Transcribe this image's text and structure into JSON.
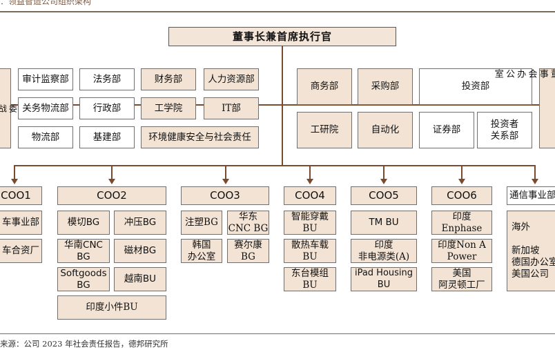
{
  "title": "：领益智造公司组织架构",
  "ceo": "董事长兼首席执行官",
  "left_edge": {
    "partial": "委\n战\n秘"
  },
  "left_depts": [
    "审计监察部",
    "法务部",
    "财务部",
    "人力资源部",
    "关务物流部",
    "行政部",
    "工学院",
    "IT部",
    "物流部",
    "基建部",
    "环境健康安全与社会责任"
  ],
  "right_depts": {
    "top": [
      "商务部",
      "采购部",
      "投资部"
    ],
    "bottom": [
      "工研院",
      "自动化",
      "证券部",
      "投资者\n关系部"
    ],
    "edge": "董\n事\n会\n办\n公\n室"
  },
  "coos": [
    {
      "name": "COO1",
      "units": [
        "车事业部",
        "车合资厂"
      ]
    },
    {
      "name": "COO2",
      "units": [
        "模切BG",
        "冲压BG",
        "华南CNC\nBG",
        "磁材BG",
        "Softgoods\nBG",
        "越南BU",
        "印度小件BU"
      ]
    },
    {
      "name": "COO3",
      "units": [
        "注塑BG",
        "华东\nCNC BG",
        "韩国\n办公室",
        "赛尔康\nBG"
      ]
    },
    {
      "name": "COO4",
      "units": [
        "智能穿戴\nBU",
        "散热车载\nBU",
        "东台模组\nBU"
      ]
    },
    {
      "name": "COO5",
      "units": [
        "TM BU",
        "印度\n非电源类(A)",
        "iPad Housing\nBU"
      ]
    },
    {
      "name": "COO6",
      "units": [
        "印度\nEnphase",
        "印度Non A\nPower",
        "美国\n阿灵顿工厂"
      ]
    },
    {
      "name": "通信事业部",
      "units": [
        "海外\n\n新加坡\n德国办公室\n美国公司"
      ]
    }
  ],
  "source": "来源：公司 2023 年社会责任报告，德邦研究所"
}
